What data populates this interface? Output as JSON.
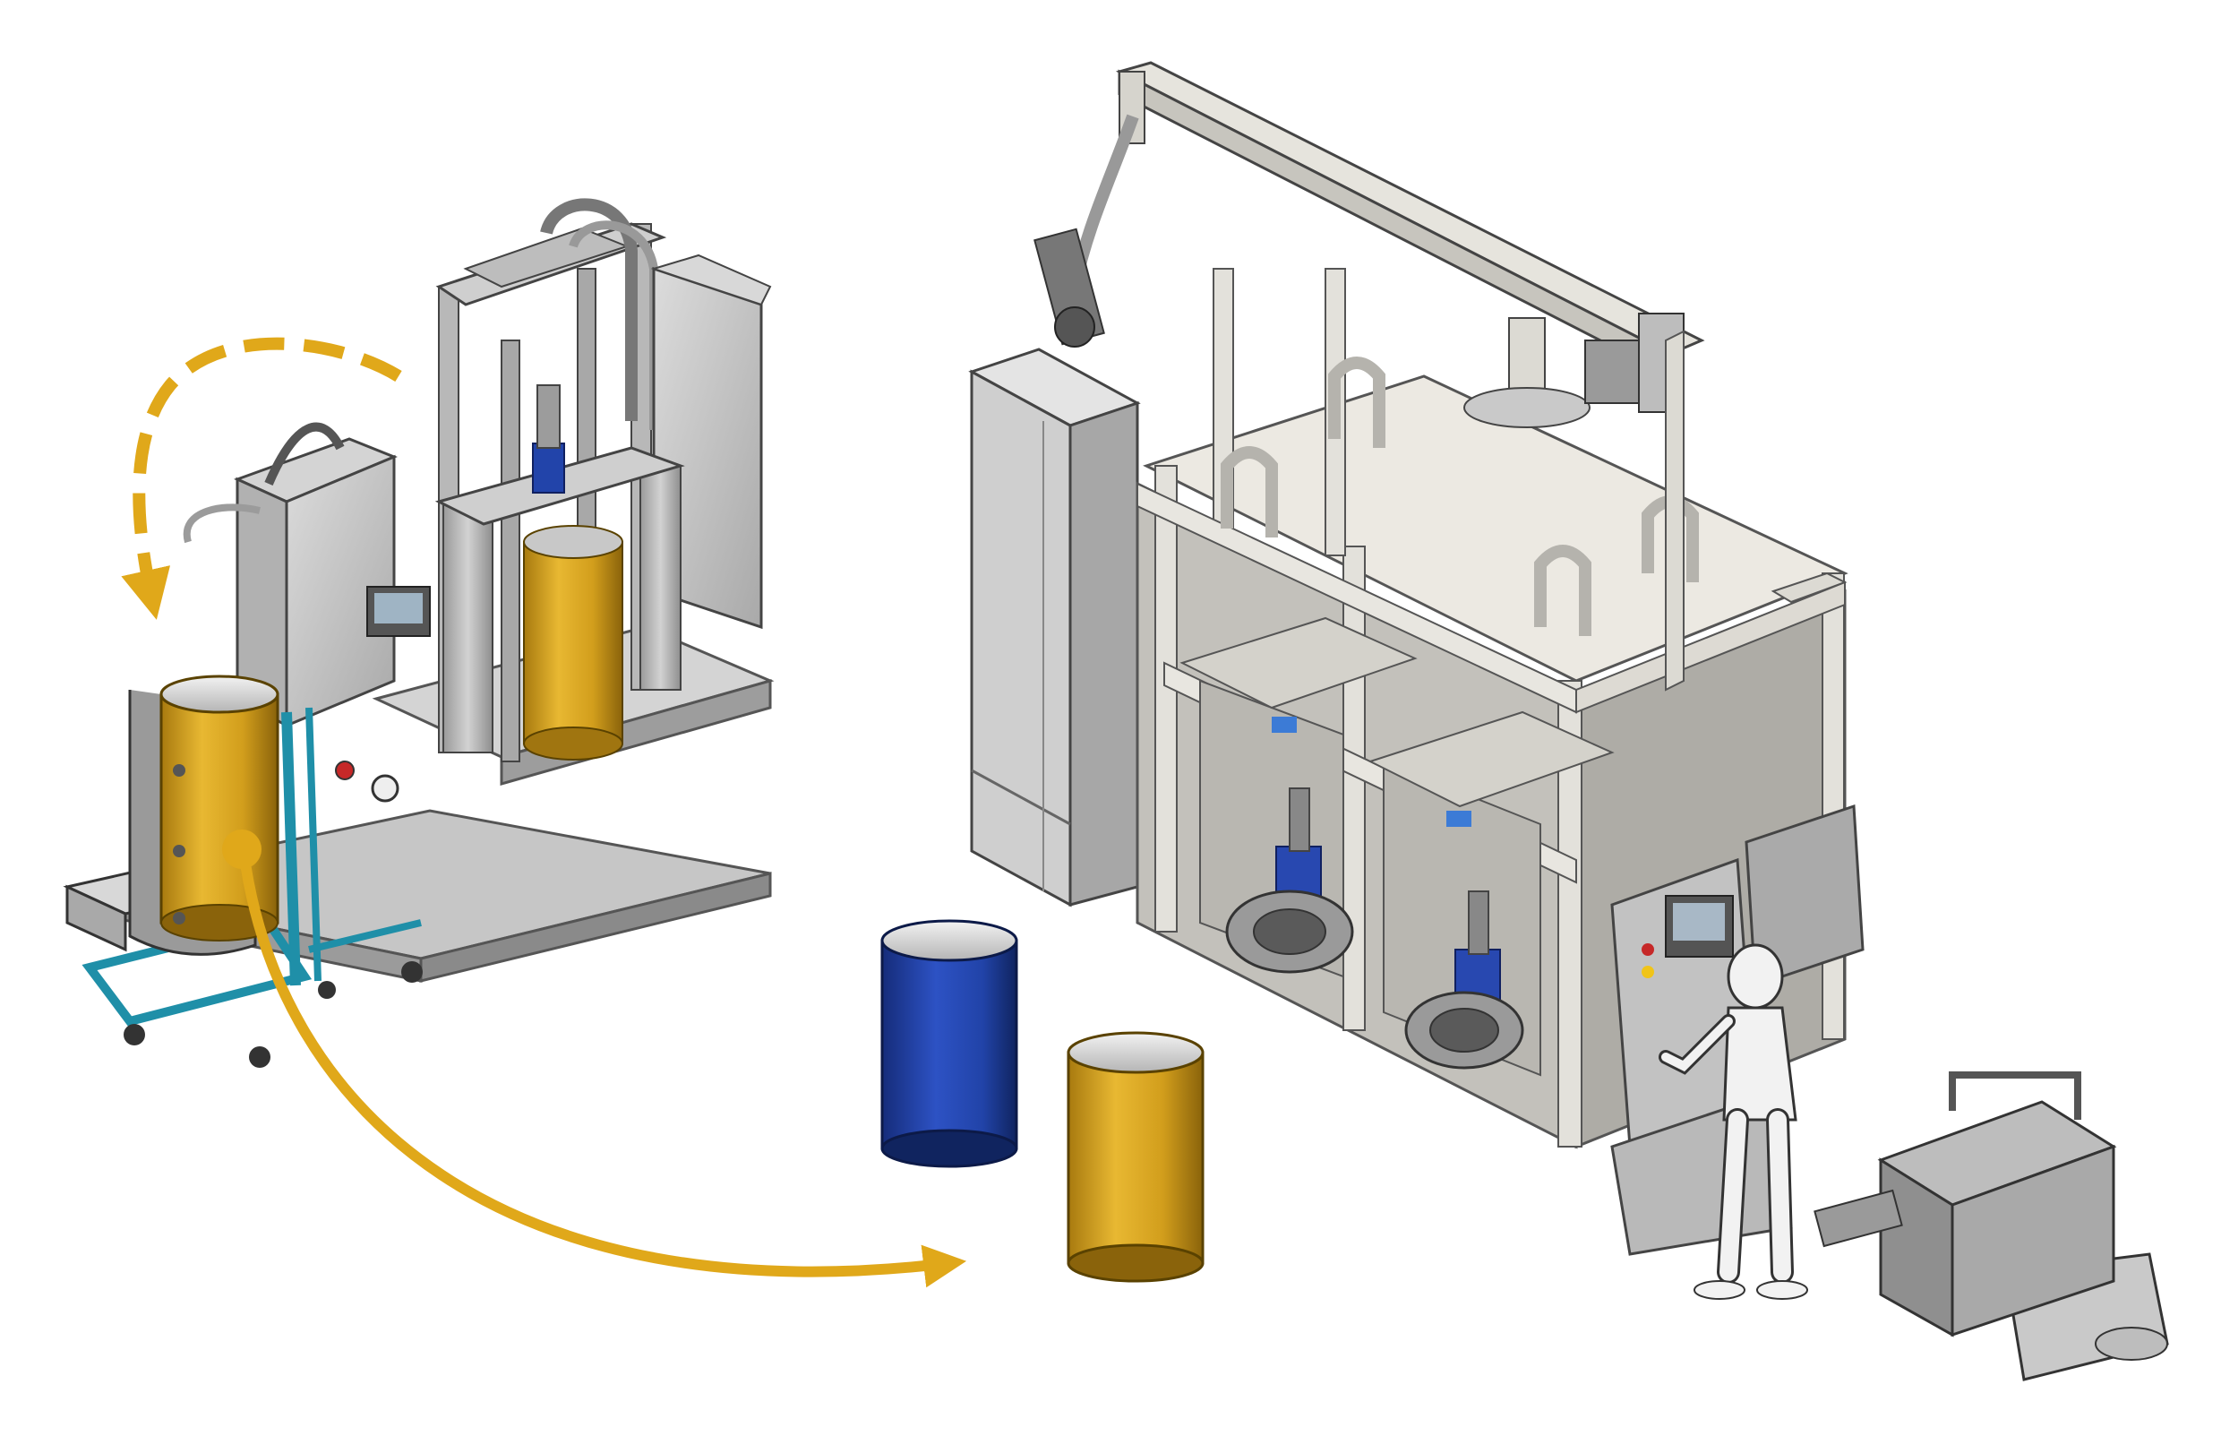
{
  "colors": {
    "arrow": "#e0a81a",
    "drum_yellow": "#d9a520",
    "drum_blue": "#1f3fa6",
    "machine_gray": "#c9c9c9",
    "machine_dark": "#8d8d8d",
    "frame_light": "#e3e1db",
    "teal_accent": "#1f8fa8"
  },
  "icons": {
    "small_station": "drum-dispensing-station",
    "large_machine": "automated-drum-processing-machine",
    "drum_blue": "open-drum-blue",
    "drum_yellow": "open-drum-yellow",
    "operator": "operator-figure",
    "cart": "transport-cart",
    "return_arrow": "dashed-curved-arrow",
    "transfer_arrow": "curved-arrow"
  }
}
